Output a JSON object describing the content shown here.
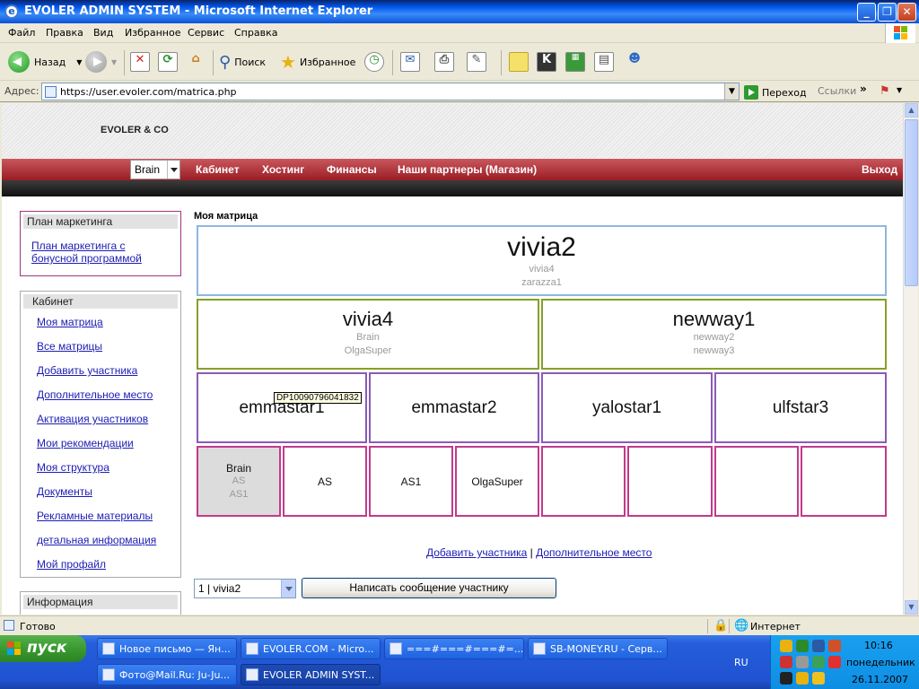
{
  "window": {
    "title": "EVOLER ADMIN SYSTEM - Microsoft Internet Explorer"
  },
  "menu": [
    "Файл",
    "Правка",
    "Вид",
    "Избранное",
    "Сервис",
    "Справка"
  ],
  "toolbar": {
    "back_label": "Назад",
    "search_label": "Поиск",
    "favorites_label": "Избранное"
  },
  "address": {
    "label": "Адрес:",
    "url": "https://user.evoler.com/matrica.php",
    "go_label": "Переход",
    "links_label": "Ссылки"
  },
  "site": {
    "brand": "EVOLER & CO",
    "user_select": "Brain",
    "nav": [
      "Кабинет",
      "Хостинг",
      "Финансы",
      "Наши партнеры (Магазин)"
    ],
    "logout": "Выход"
  },
  "sidebar": {
    "marketing": {
      "title": "План маркетинга",
      "link": "План маркетинга с бонусной программой",
      "link_lines": [
        "План маркетинга с",
        "бонусной программой"
      ]
    },
    "cabinet": {
      "title": "Кабинет",
      "links": [
        "Моя матрица",
        "Все матрицы",
        "Добавить участника",
        "Дополнительное место",
        "Активация участников",
        "Мои рекомендации",
        "Моя структура",
        "Документы",
        "Рекламные материалы",
        "детальная информация",
        "Мой профайл"
      ]
    },
    "info": {
      "title": "Информация"
    }
  },
  "matrix": {
    "title": "Моя матрица",
    "level1": [
      {
        "name": "vivia2",
        "subs": [
          "vivia4",
          "zarazza1"
        ]
      }
    ],
    "level2": [
      {
        "name": "vivia4",
        "subs": [
          "Brain",
          "OlgaSuper"
        ]
      },
      {
        "name": "newway1",
        "subs": [
          "newway2",
          "newway3"
        ]
      }
    ],
    "level3": [
      {
        "name": "emmastar1"
      },
      {
        "name": "emmastar2"
      },
      {
        "name": "yalostar1"
      },
      {
        "name": "ulfstar3"
      }
    ],
    "level4": [
      {
        "name": "Brain",
        "subs": [
          "AS",
          "AS1"
        ],
        "highlight": true
      },
      {
        "name": "AS"
      },
      {
        "name": "AS1"
      },
      {
        "name": "OlgaSuper"
      },
      {
        "name": ""
      },
      {
        "name": ""
      },
      {
        "name": ""
      },
      {
        "name": ""
      }
    ],
    "tooltip": "DP10090796041832",
    "add_member": "Добавить участника",
    "separator": "|",
    "extra_place": "Дополнительное место",
    "recipient_value": "1 | vivia2",
    "message_button": "Написать сообщение участнику"
  },
  "statusbar": {
    "status": "Готово",
    "zone": "Интернет"
  },
  "taskbar": {
    "start_label": "пуск",
    "tasks": [
      "Новое письмо — Ян...",
      "EVOLER.COM - Micro...",
      "===#===#===#=...",
      "SB-MONEY.RU - Серв...",
      "Фото@Mail.Ru: Ju-Ju...",
      "EVOLER ADMIN SYST..."
    ],
    "lang": "RU",
    "time": "10:16",
    "day": "понедельник",
    "date": "26.11.2007"
  }
}
